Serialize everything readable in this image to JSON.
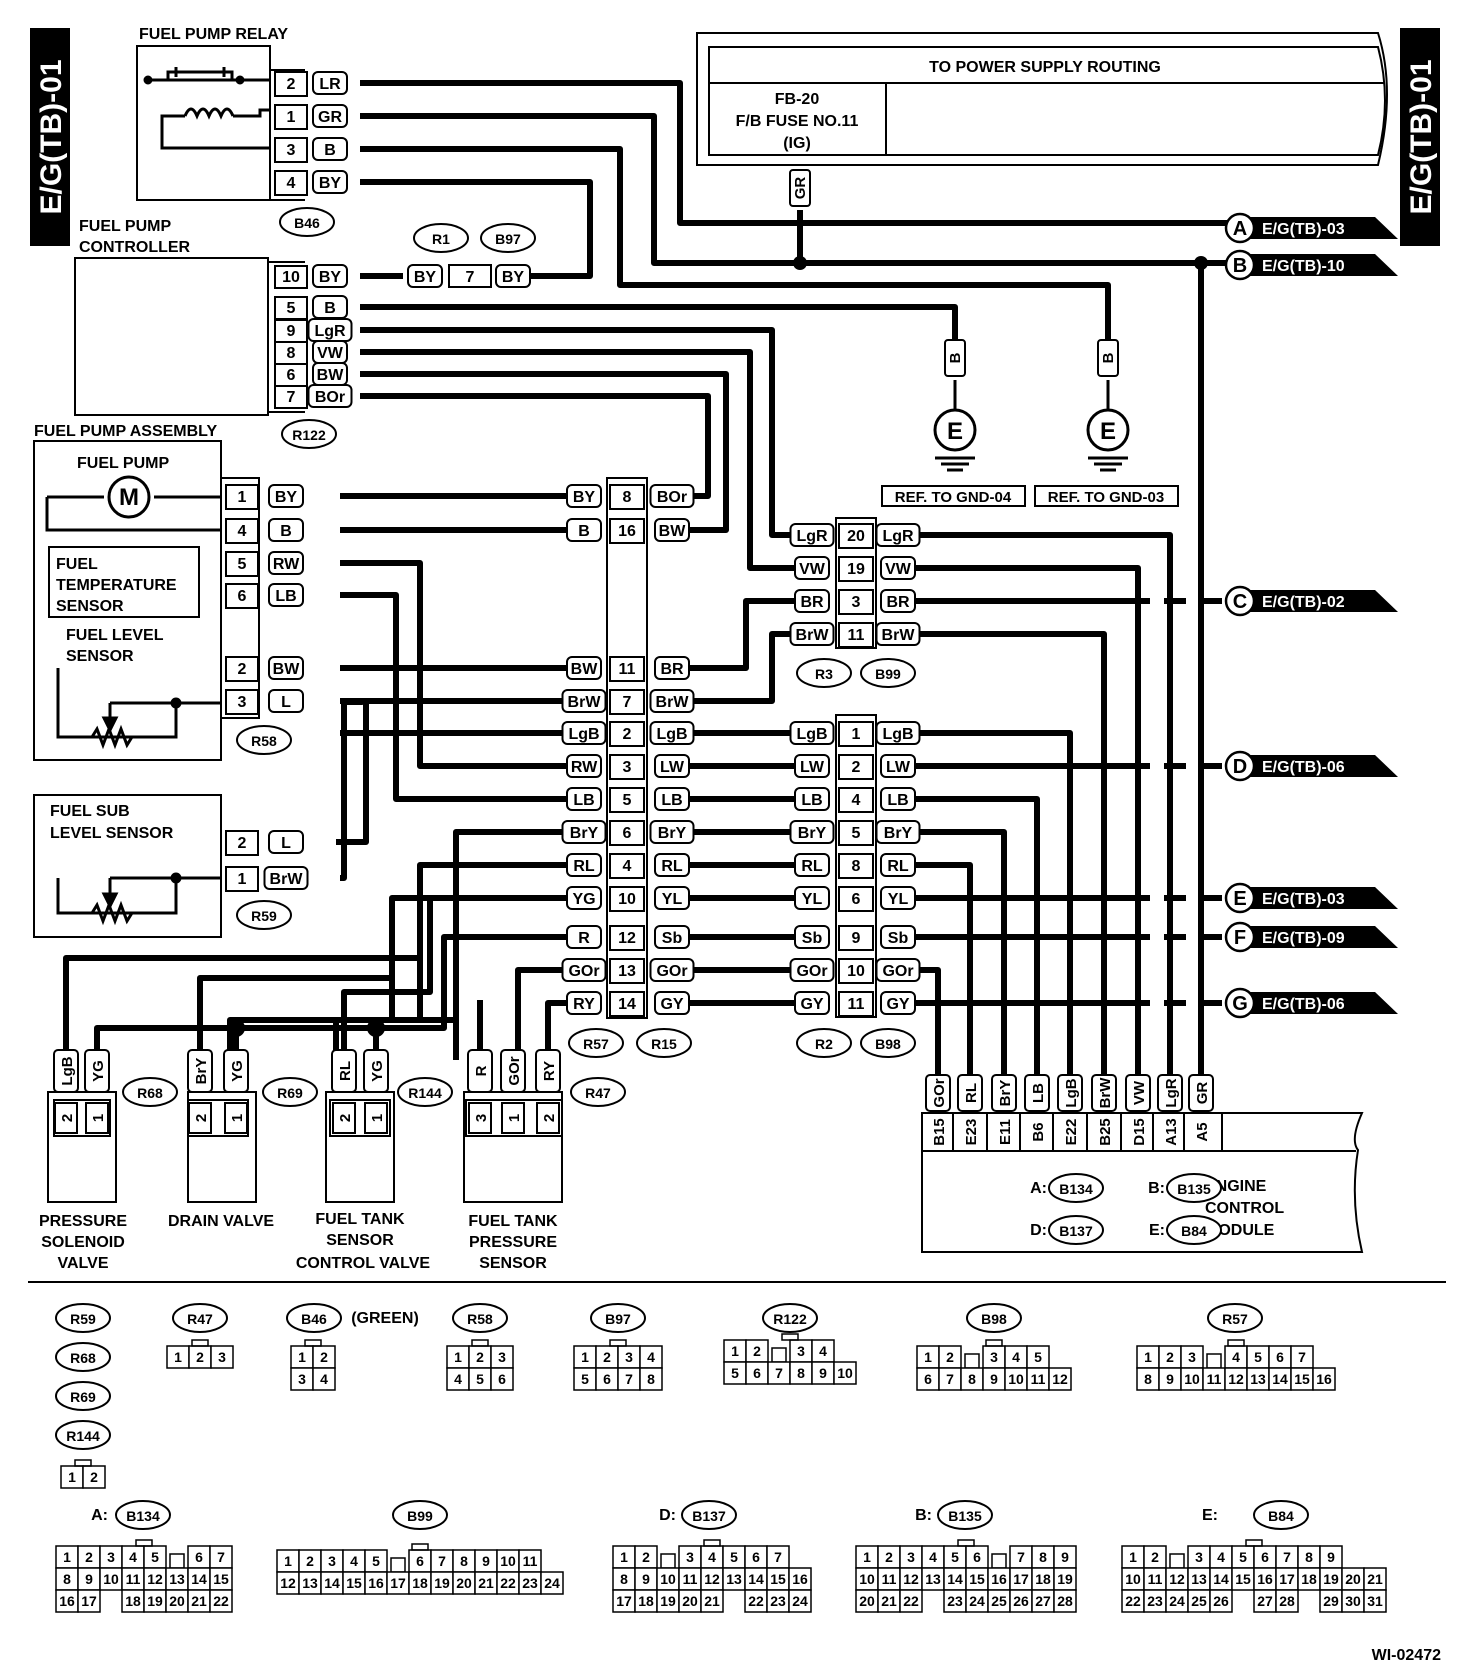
{
  "side_tab": "E/G(TB)-01",
  "footer_id": "WI-02472",
  "power_supply": {
    "title": "TO POWER SUPPLY ROUTING",
    "fuse_code": "FB-20",
    "fuse_name": "F/B FUSE NO.11",
    "fuse_note": "(IG)",
    "wire": "GR"
  },
  "components": {
    "relay": "FUEL PUMP RELAY",
    "controller_1": "FUEL PUMP",
    "controller_2": "CONTROLLER",
    "assembly": "FUEL PUMP ASSEMBLY",
    "pump": "FUEL PUMP",
    "motor": "M",
    "temp_1": "FUEL",
    "temp_2": "TEMPERATURE",
    "temp_3": "SENSOR",
    "level_1": "FUEL LEVEL",
    "level_2": "SENSOR",
    "sub_1": "FUEL SUB",
    "sub_2": "LEVEL SENSOR",
    "psv_1": "PRESSURE",
    "psv_2": "SOLENOID",
    "psv_3": "VALVE",
    "drain": "DRAIN VALVE",
    "ftscv_1": "FUEL TANK",
    "ftscv_2": "SENSOR",
    "ftscv_3": "CONTROL VALVE",
    "ftps_1": "FUEL TANK",
    "ftps_2": "PRESSURE",
    "ftps_3": "SENSOR",
    "ecm_1": "ENGINE",
    "ecm_2": "CONTROL",
    "ecm_3": "MODULE"
  },
  "ground": {
    "symbol": "E",
    "wire": "B",
    "ref_1": "REF. TO GND-04",
    "ref_2": "REF. TO GND-03"
  },
  "offpage": [
    {
      "letter": "A",
      "ref": "E/G(TB)-03"
    },
    {
      "letter": "B",
      "ref": "E/G(TB)-10"
    },
    {
      "letter": "C",
      "ref": "E/G(TB)-02"
    },
    {
      "letter": "D",
      "ref": "E/G(TB)-06"
    },
    {
      "letter": "E",
      "ref": "E/G(TB)-03"
    },
    {
      "letter": "F",
      "ref": "E/G(TB)-09"
    },
    {
      "letter": "G",
      "ref": "E/G(TB)-06"
    }
  ],
  "connectors": {
    "B46": "B46",
    "R1": "R1",
    "B97": "B97",
    "R122": "R122",
    "R58": "R58",
    "R59": "R59",
    "R3": "R3",
    "B99": "B99",
    "R57": "R57",
    "R15": "R15",
    "R2": "R2",
    "B98": "B98",
    "R68": "R68",
    "R69": "R69",
    "R144": "R144",
    "R47": "R47",
    "B134": "B134",
    "B135": "B135",
    "B137": "B137",
    "B84": "B84"
  },
  "relay_pins": [
    {
      "pin": "2",
      "wire": "LR"
    },
    {
      "pin": "1",
      "wire": "GR"
    },
    {
      "pin": "3",
      "wire": "B"
    },
    {
      "pin": "4",
      "wire": "BY"
    }
  ],
  "r1b97": {
    "left": "BY",
    "pin": "7",
    "right": "BY"
  },
  "controller_pins": [
    {
      "pin": "10",
      "wire": "BY"
    },
    {
      "pin": "5",
      "wire": "B"
    },
    {
      "pin": "9",
      "wire": "LgR"
    },
    {
      "pin": "8",
      "wire": "VW"
    },
    {
      "pin": "6",
      "wire": "BW"
    },
    {
      "pin": "7",
      "wire": "BOr"
    }
  ],
  "assembly_pins": [
    {
      "pin": "1",
      "wire": "BY"
    },
    {
      "pin": "4",
      "wire": "B"
    },
    {
      "pin": "5",
      "wire": "RW"
    },
    {
      "pin": "6",
      "wire": "LB"
    },
    {
      "pin": "2",
      "wire": "BW"
    },
    {
      "pin": "3",
      "wire": "L"
    }
  ],
  "sub_pins": [
    {
      "pin": "2",
      "wire": "L"
    },
    {
      "pin": "1",
      "wire": "BrW"
    }
  ],
  "r57_rows": [
    {
      "l": "BY",
      "p": "8",
      "r": "BOr"
    },
    {
      "l": "B",
      "p": "16",
      "r": "BW"
    },
    {
      "l": "BW",
      "p": "11",
      "r": "BR"
    },
    {
      "l": "BrW",
      "p": "7",
      "r": "BrW"
    },
    {
      "l": "LgB",
      "p": "2",
      "r": "LgB"
    },
    {
      "l": "RW",
      "p": "3",
      "r": "LW"
    },
    {
      "l": "LB",
      "p": "5",
      "r": "LB"
    },
    {
      "l": "BrY",
      "p": "6",
      "r": "BrY"
    },
    {
      "l": "RL",
      "p": "4",
      "r": "RL"
    },
    {
      "l": "YG",
      "p": "10",
      "r": "YL"
    },
    {
      "l": "R",
      "p": "12",
      "r": "Sb"
    },
    {
      "l": "GOr",
      "p": "13",
      "r": "GOr"
    },
    {
      "l": "RY",
      "p": "14",
      "r": "GY"
    }
  ],
  "r3_rows": [
    {
      "l": "LgR",
      "p": "20",
      "r": "LgR"
    },
    {
      "l": "VW",
      "p": "19",
      "r": "VW"
    },
    {
      "l": "BR",
      "p": "3",
      "r": "BR"
    },
    {
      "l": "BrW",
      "p": "11",
      "r": "BrW"
    }
  ],
  "r2_rows": [
    {
      "l": "LgB",
      "p": "1",
      "r": "LgB"
    },
    {
      "l": "LW",
      "p": "2",
      "r": "LW"
    },
    {
      "l": "LB",
      "p": "4",
      "r": "LB"
    },
    {
      "l": "BrY",
      "p": "5",
      "r": "BrY"
    },
    {
      "l": "RL",
      "p": "8",
      "r": "RL"
    },
    {
      "l": "YL",
      "p": "6",
      "r": "YL"
    },
    {
      "l": "Sb",
      "p": "9",
      "r": "Sb"
    },
    {
      "l": "GOr",
      "p": "10",
      "r": "GOr"
    },
    {
      "l": "GY",
      "p": "11",
      "r": "GY"
    }
  ],
  "valves": {
    "r68": [
      {
        "wire": "LgB",
        "pin": "2"
      },
      {
        "wire": "YG",
        "pin": "1"
      }
    ],
    "r69": [
      {
        "wire": "BrY",
        "pin": "2"
      },
      {
        "wire": "YG",
        "pin": "1"
      }
    ],
    "r144": [
      {
        "wire": "RL",
        "pin": "2"
      },
      {
        "wire": "YG",
        "pin": "1"
      }
    ],
    "r47": [
      {
        "wire": "R",
        "pin": "3"
      },
      {
        "wire": "GOr",
        "pin": "1"
      },
      {
        "wire": "RY",
        "pin": "2"
      }
    ]
  },
  "ecm_pins": [
    {
      "wire": "GOr",
      "pin": "B15"
    },
    {
      "wire": "RL",
      "pin": "E23"
    },
    {
      "wire": "BrY",
      "pin": "E11"
    },
    {
      "wire": "LB",
      "pin": "B6"
    },
    {
      "wire": "LgB",
      "pin": "E22"
    },
    {
      "wire": "BrW",
      "pin": "B25"
    },
    {
      "wire": "VW",
      "pin": "D15"
    },
    {
      "wire": "LgR",
      "pin": "A13"
    },
    {
      "wire": "GR",
      "pin": "A5"
    }
  ],
  "ecm_legend": {
    "a": "A:",
    "b": "B:",
    "d": "D:",
    "e": "E:"
  },
  "legend": {
    "green_note": "(GREEN)",
    "prefix_a": "A:",
    "prefix_b": "B:",
    "prefix_d": "D:",
    "prefix_e": "E:",
    "faces": {
      "r59": [
        [
          "1",
          "2"
        ]
      ],
      "r47": [
        [
          "1",
          "2",
          "3"
        ]
      ],
      "b46": [
        [
          "1",
          "2"
        ],
        [
          "3",
          "4"
        ]
      ],
      "r58": [
        [
          "1",
          "2",
          "3"
        ],
        [
          "4",
          "5",
          "6"
        ]
      ],
      "b97": [
        [
          "1",
          "2",
          "3",
          "4"
        ],
        [
          "5",
          "6",
          "7",
          "8"
        ]
      ],
      "r122": [
        [
          "1",
          "2",
          "",
          "3",
          "4"
        ],
        [
          "5",
          "6",
          "7",
          "8",
          "9",
          "10"
        ]
      ],
      "b98": [
        [
          "1",
          "2",
          "",
          "3",
          "4",
          "5"
        ],
        [
          "6",
          "7",
          "8",
          "9",
          "10",
          "11",
          "12"
        ]
      ],
      "r57": [
        [
          "1",
          "2",
          "3",
          "",
          "4",
          "5",
          "6",
          "7"
        ],
        [
          "8",
          "9",
          "10",
          "11",
          "12",
          "13",
          "14",
          "15",
          "16"
        ]
      ],
      "b134": [
        [
          "1",
          "2",
          "3",
          "4",
          "5",
          "",
          "6",
          "7"
        ],
        [
          "8",
          "9",
          "10",
          "11",
          "12",
          "13",
          "14",
          "15"
        ],
        [
          "16",
          "17",
          "",
          "18",
          "19",
          "20",
          "21",
          "22"
        ]
      ],
      "b99": [
        [
          "1",
          "2",
          "3",
          "4",
          "5",
          "",
          "6",
          "7",
          "8",
          "9",
          "10",
          "11"
        ],
        [
          "12",
          "13",
          "14",
          "15",
          "16",
          "17",
          "18",
          "19",
          "20",
          "21",
          "22",
          "23",
          "24"
        ]
      ],
      "b137": [
        [
          "1",
          "2",
          "",
          "3",
          "4",
          "5",
          "6",
          "7"
        ],
        [
          "8",
          "9",
          "10",
          "11",
          "12",
          "13",
          "14",
          "15",
          "16"
        ],
        [
          "17",
          "18",
          "19",
          "20",
          "21",
          "",
          "22",
          "23",
          "24"
        ]
      ],
      "b135": [
        [
          "1",
          "2",
          "3",
          "4",
          "5",
          "6",
          "",
          "7",
          "8",
          "9"
        ],
        [
          "10",
          "11",
          "12",
          "13",
          "14",
          "15",
          "16",
          "17",
          "18",
          "19"
        ],
        [
          "20",
          "21",
          "22",
          "",
          "23",
          "24",
          "25",
          "26",
          "27",
          "28"
        ]
      ],
      "b84": [
        [
          "1",
          "2",
          "",
          "3",
          "4",
          "5",
          "6",
          "7",
          "8",
          "9"
        ],
        [
          "10",
          "11",
          "12",
          "13",
          "14",
          "15",
          "16",
          "17",
          "18",
          "19",
          "20",
          "21"
        ],
        [
          "22",
          "23",
          "24",
          "25",
          "26",
          "",
          "27",
          "28",
          "",
          "29",
          "30",
          "31"
        ]
      ]
    }
  }
}
